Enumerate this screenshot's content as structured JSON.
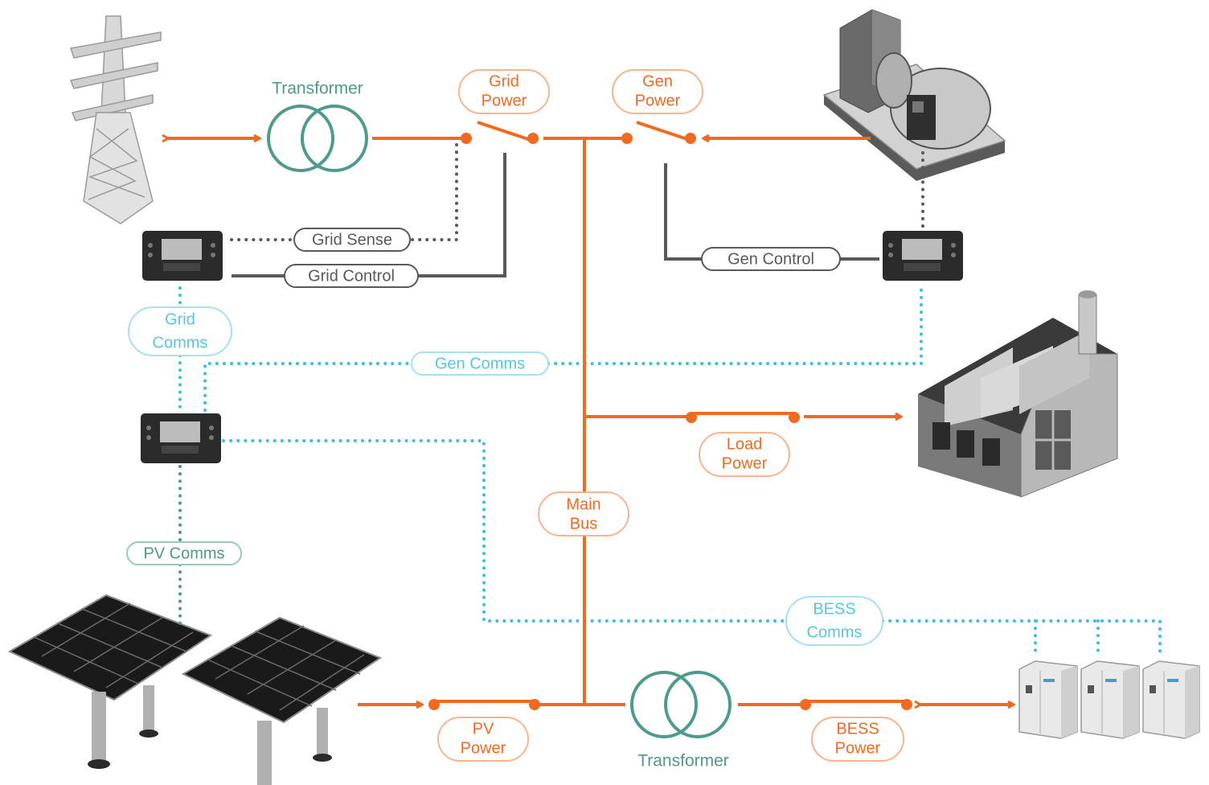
{
  "colors": {
    "power": "#f26a21",
    "control": "#58595b",
    "comms_blue": "#3fbde8",
    "comms_teal": "#4e9a8c",
    "transformer": "#4e9a8c",
    "label_blue": "#58c4ea"
  },
  "labels": {
    "transformer_top": "Transformer",
    "transformer_bottom": "Transformer",
    "grid_power": [
      "Grid",
      "Power"
    ],
    "gen_power": [
      "Gen",
      "Power"
    ],
    "grid_sense": "Grid Sense",
    "grid_control": "Grid Control",
    "gen_control": "Gen Control",
    "grid_comms": [
      "Grid",
      "Comms"
    ],
    "gen_comms": "Gen Comms",
    "load_power": [
      "Load",
      "Power"
    ],
    "main_bus": [
      "Main",
      "Bus"
    ],
    "pv_comms": "PV Comms",
    "bess_comms": [
      "BESS",
      "Comms"
    ],
    "pv_power": [
      "PV",
      "Power"
    ],
    "bess_power": [
      "BESS",
      "Power"
    ]
  },
  "icons": {
    "tower": "transmission-tower-icon",
    "generator": "generator-icon",
    "factory": "factory-icon",
    "solar": "solar-panel-icon",
    "bess": "battery-storage-icon",
    "controller": "controller-panel-icon"
  }
}
